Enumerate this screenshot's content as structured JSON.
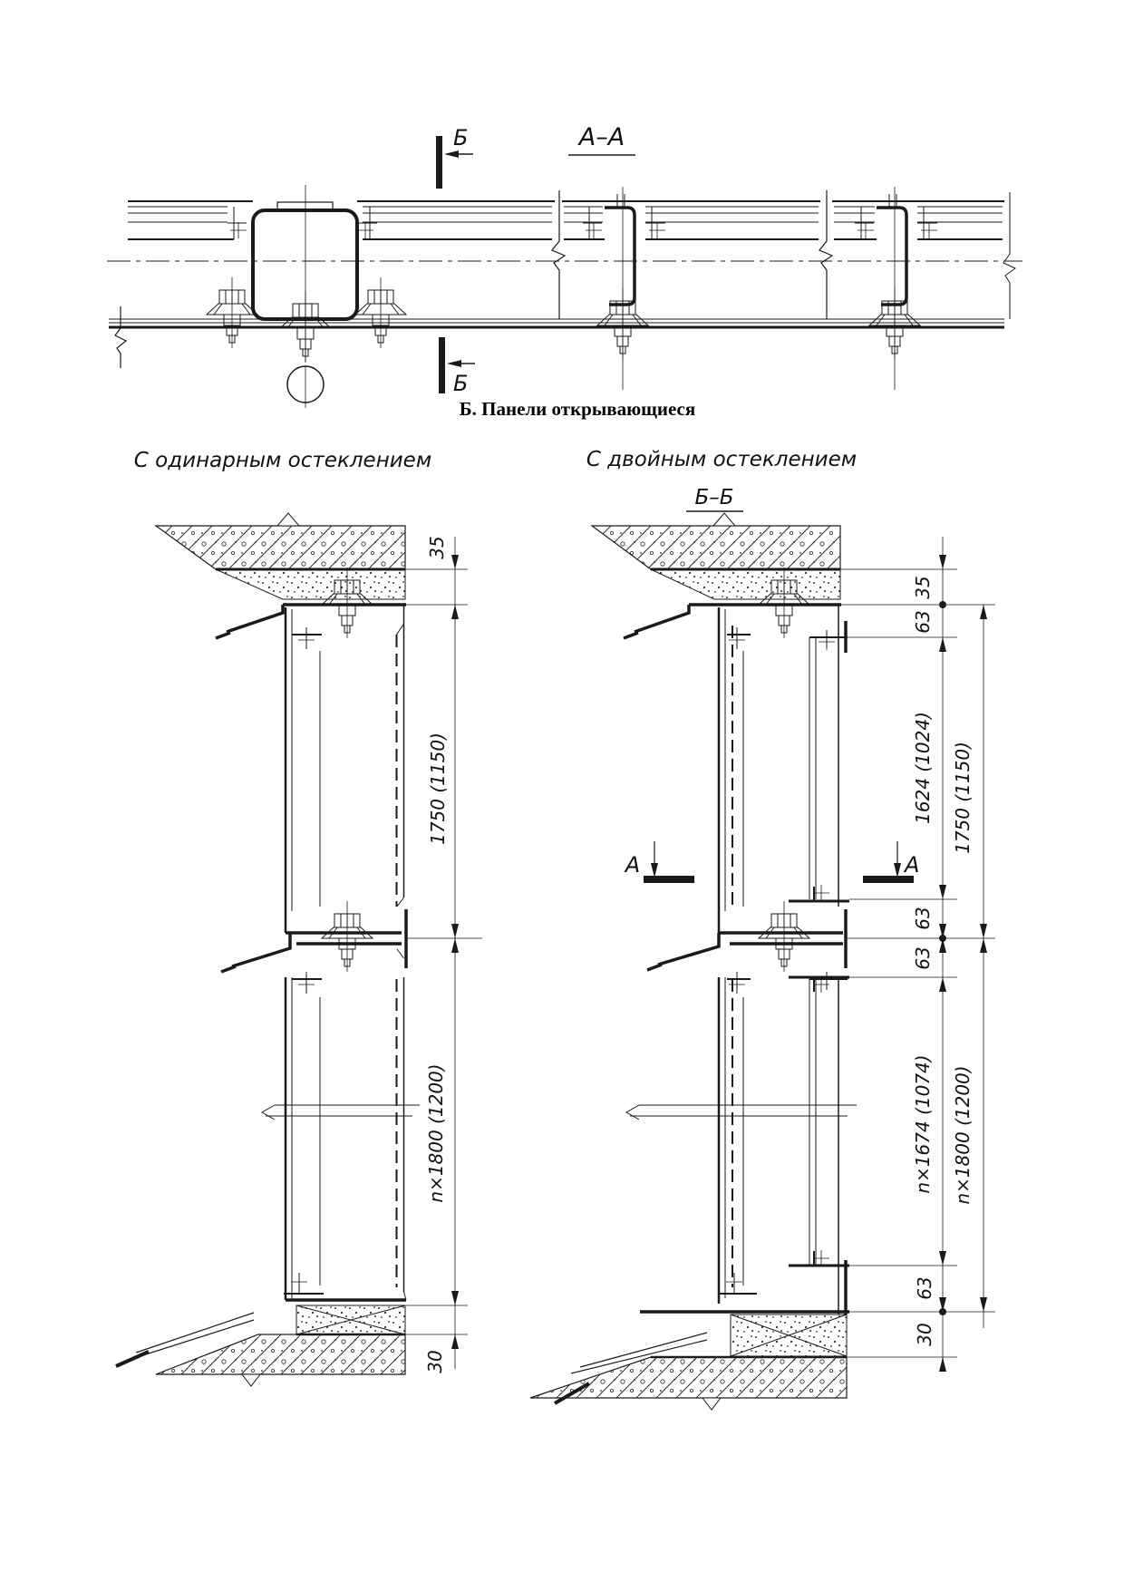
{
  "colors": {
    "ink": "#1a1a1a",
    "background": "#ffffff"
  },
  "top_section": {
    "title": "А–А",
    "cut_label_top": "Б",
    "cut_label_bottom": "Б"
  },
  "caption": "Б. Панели открывающиеся",
  "left_view": {
    "heading": "С одинарным остеклением",
    "dims": {
      "top_offset": "35",
      "panel_height": "1750 (1150)",
      "stack_height": "n×1800 (1200)",
      "bottom_offset": "30"
    }
  },
  "right_view": {
    "heading": "С двойным остеклением",
    "section_title": "Б–Б",
    "cut_label_left": "А",
    "cut_label_right": "А",
    "dims_inner": {
      "top_offset": "35",
      "top_gap": "63",
      "upper_glazing": "1624 (1024)",
      "gap_above_joint": "63",
      "gap_below_joint": "63",
      "lower_glazing": "n×1674 (1074)",
      "bottom_gap": "63",
      "bottom_offset": "30"
    },
    "dims_outer": {
      "upper_panel": "1750 (1150)",
      "stack_height": "n×1800 (1200)"
    }
  }
}
